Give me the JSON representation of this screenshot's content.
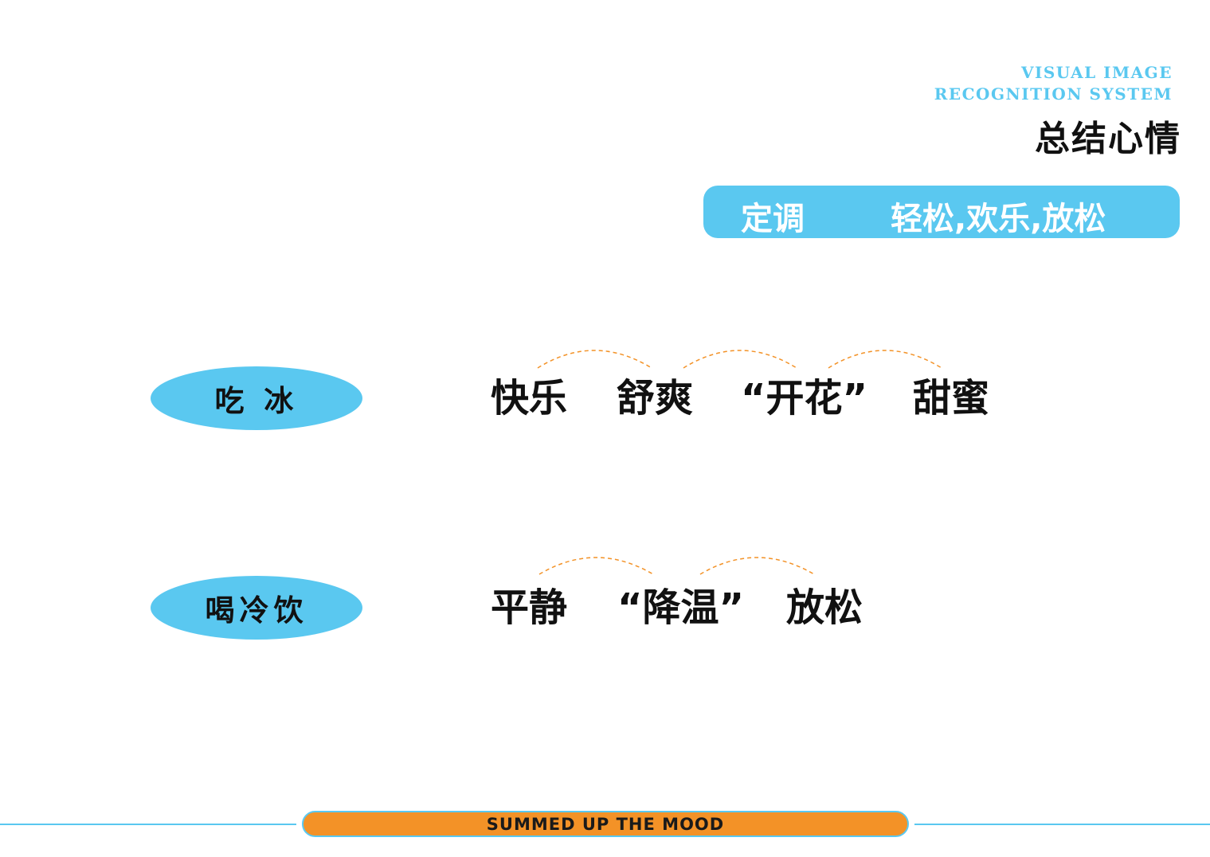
{
  "header": {
    "brand_line1": "VISUAL IMAGE",
    "brand_line2": "RECOGNITION SYSTEM",
    "title": "总结心情"
  },
  "tone": {
    "label": "定调",
    "value": "轻松,欢乐,放松"
  },
  "rows": [
    {
      "pill": "吃 冰",
      "words": [
        "快乐",
        "舒爽",
        "“开花”",
        "甜蜜"
      ]
    },
    {
      "pill": "喝冷饮",
      "words": [
        "平静",
        "“降温”",
        "放松"
      ]
    }
  ],
  "footer": {
    "label": "SUMMED UP THE MOOD"
  },
  "colors": {
    "accent_blue": "#5ac8f0",
    "accent_orange": "#f39227",
    "text": "#111111"
  }
}
